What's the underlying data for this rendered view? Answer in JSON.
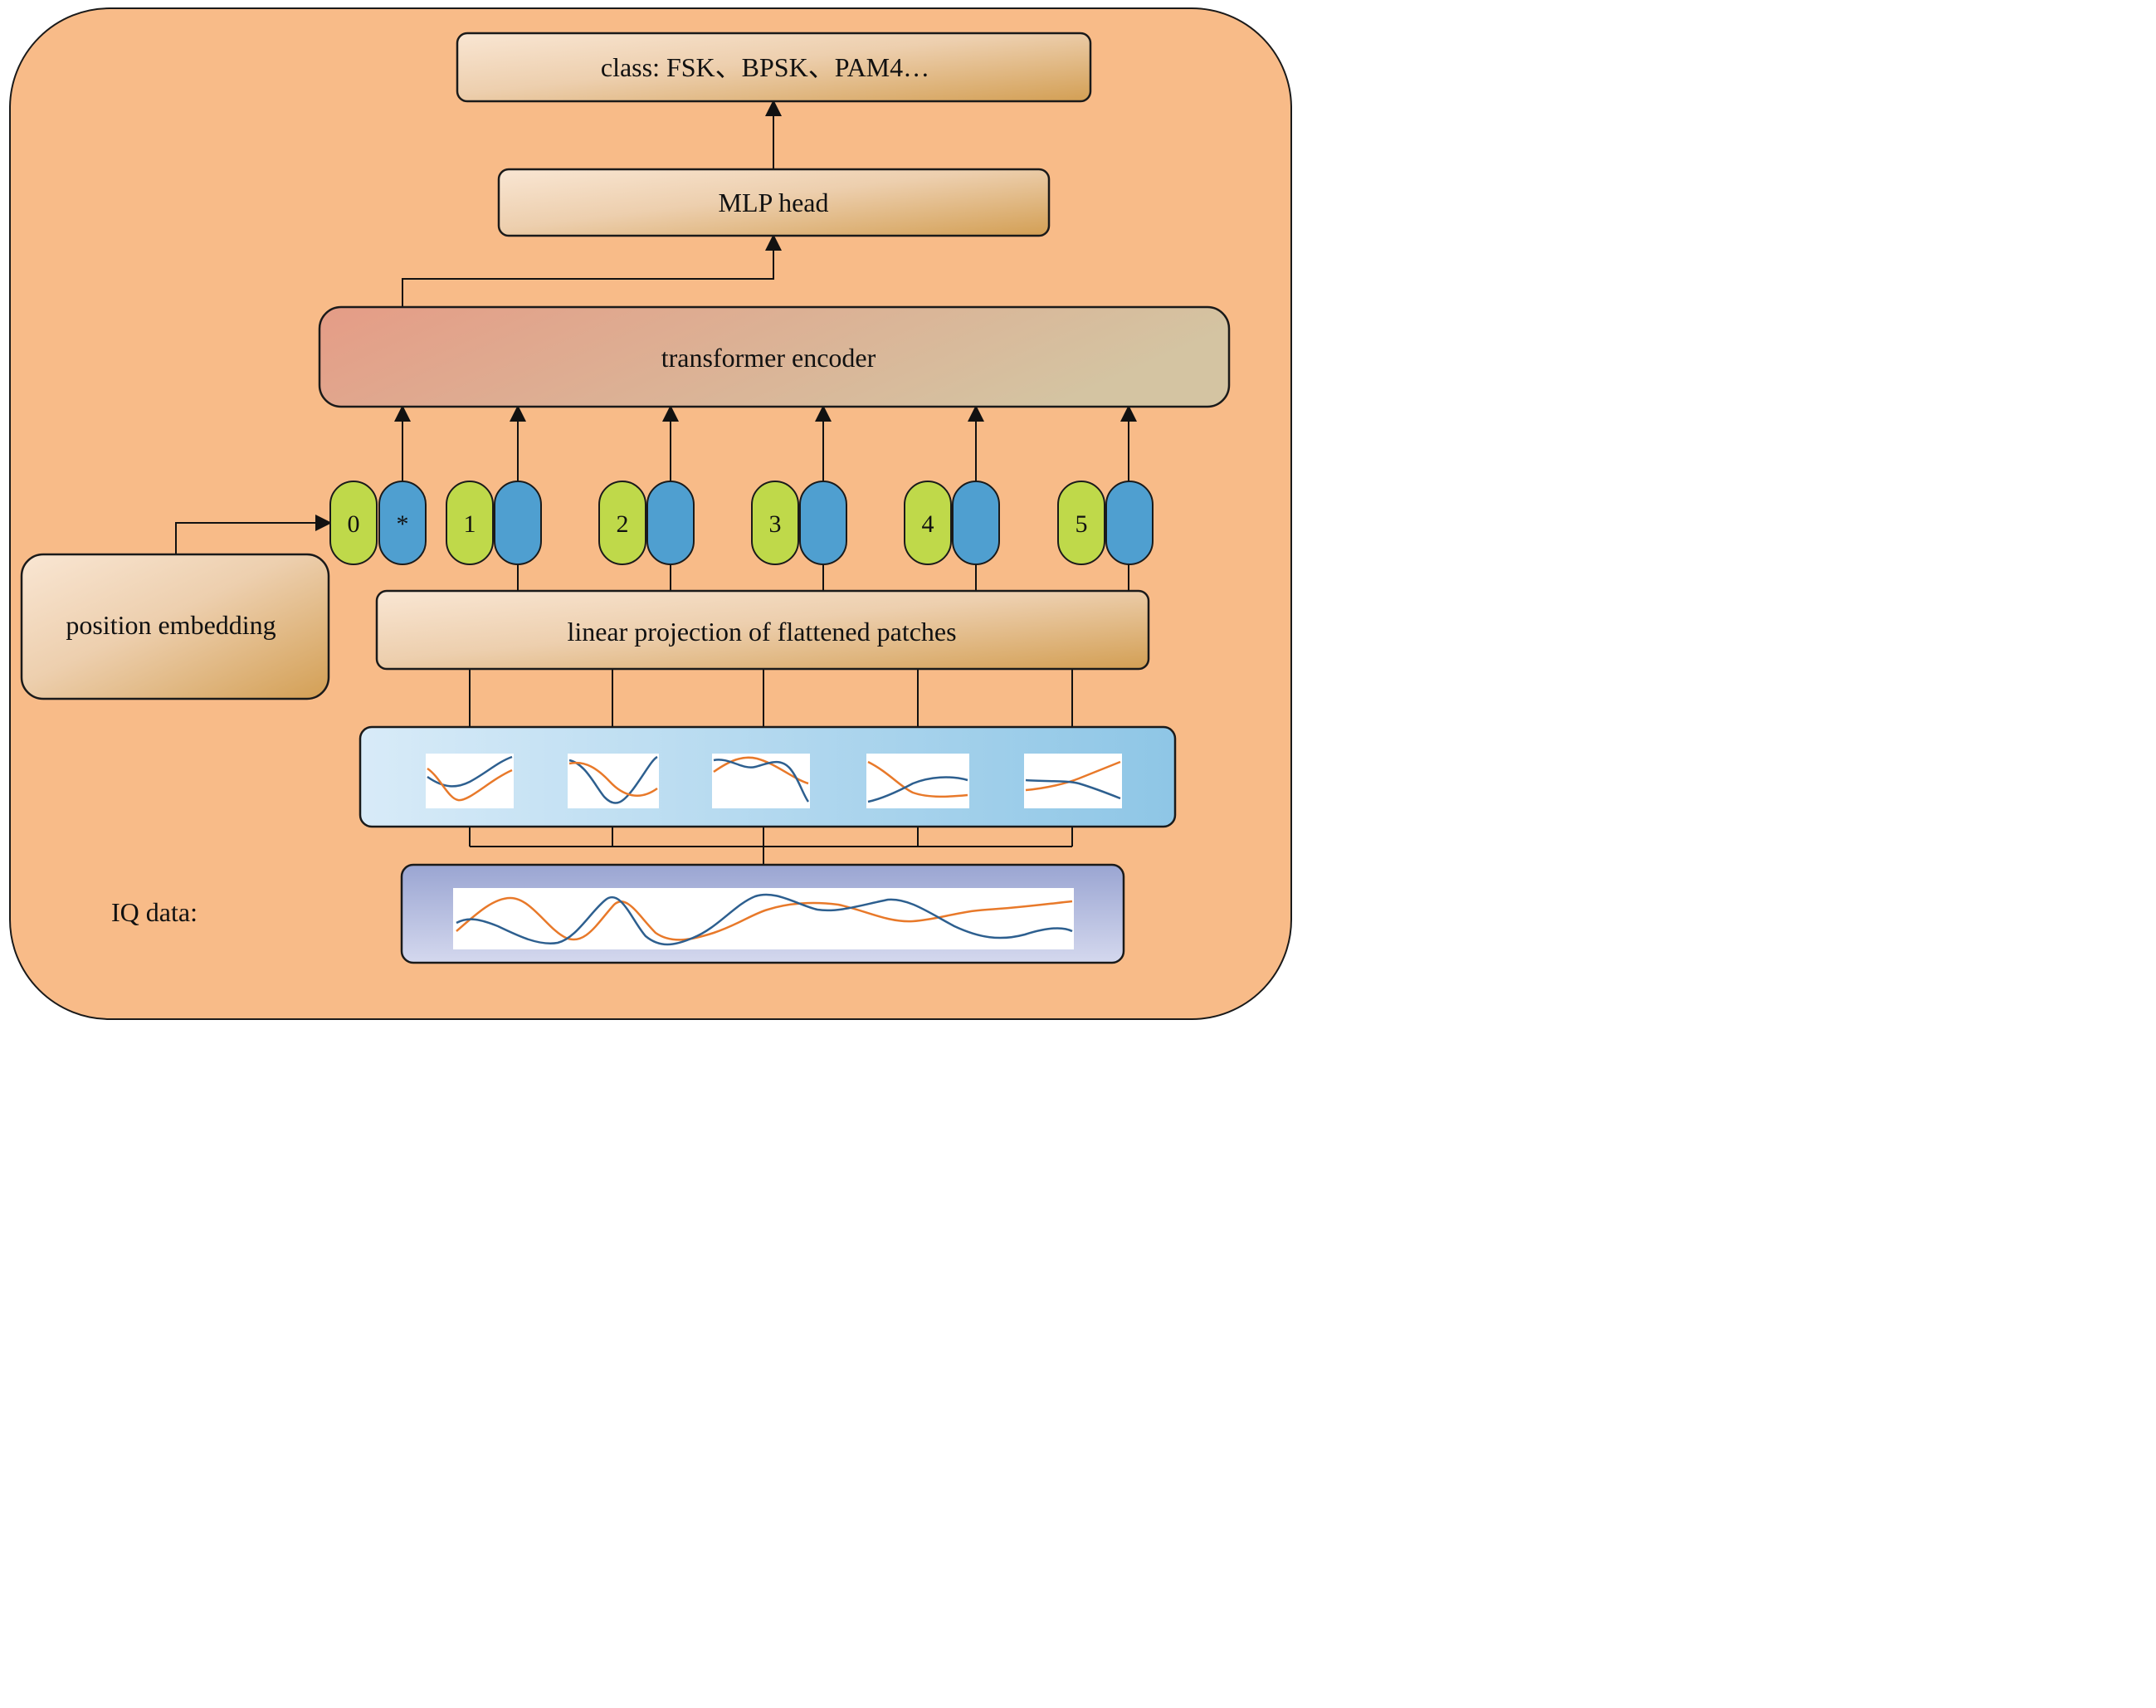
{
  "output": {
    "class_label": "class: FSK、BPSK、PAM4…"
  },
  "mlp": {
    "label": "MLP head"
  },
  "encoder": {
    "label": "transformer encoder"
  },
  "position_embedding": {
    "label": "position embedding"
  },
  "projection": {
    "label": "linear projection of flattened patches"
  },
  "iq": {
    "label": "IQ data:"
  },
  "tokens": [
    {
      "position": "0",
      "embed": "*"
    },
    {
      "position": "1",
      "embed": ""
    },
    {
      "position": "2",
      "embed": ""
    },
    {
      "position": "3",
      "embed": ""
    },
    {
      "position": "4",
      "embed": ""
    },
    {
      "position": "5",
      "embed": ""
    }
  ],
  "colors": {
    "background_panel": "#f8bb88",
    "position_token": "#bfd94a",
    "embedding_token": "#4f9fd0",
    "signal_i": "#e8792a",
    "signal_q": "#2d5f8f"
  }
}
